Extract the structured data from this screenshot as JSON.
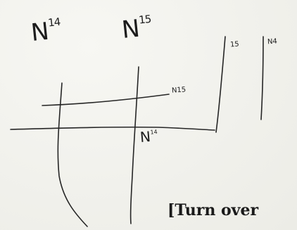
{
  "labels": {
    "n14_big": {
      "base": "N",
      "sup": "14"
    },
    "n15_big": {
      "base": "N",
      "sup": "15"
    },
    "n15_line": "N15",
    "n14_line": {
      "base": "N",
      "sup": "14"
    },
    "right_left": "15",
    "right_right": "N4"
  },
  "footer": {
    "turn_over": "[Turn over"
  }
}
